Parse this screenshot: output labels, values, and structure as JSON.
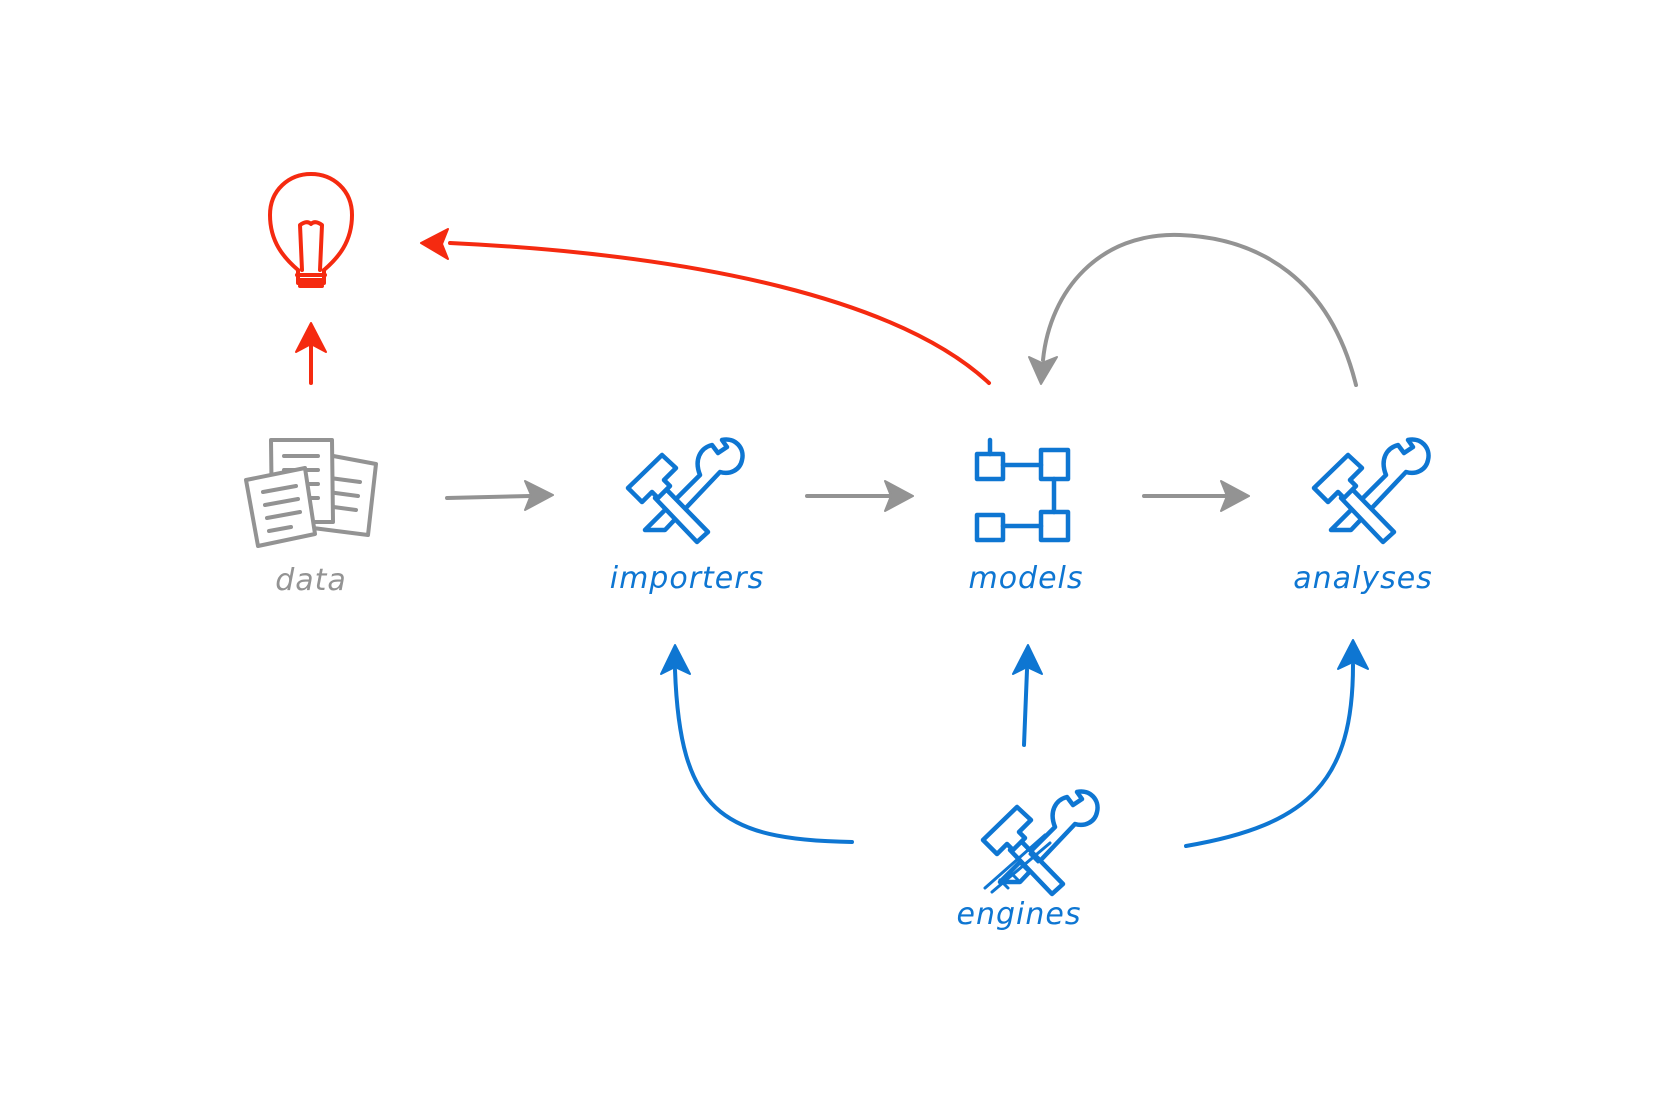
{
  "colors": {
    "gray": "#939393",
    "blue": "#0e76d2",
    "red": "#f52a10"
  },
  "nodes": {
    "insight": {
      "icon": "lightbulb-icon",
      "color": "red"
    },
    "data": {
      "label": "data",
      "icon": "documents-icon",
      "color": "gray"
    },
    "importers": {
      "label": "importers",
      "icon": "tools-icon",
      "color": "blue"
    },
    "models": {
      "label": "models",
      "icon": "model-diagram-icon",
      "color": "blue"
    },
    "analyses": {
      "label": "analyses",
      "icon": "tools-icon",
      "color": "blue"
    },
    "engines": {
      "label": "engines",
      "icon": "tools-engine-icon",
      "color": "blue"
    }
  },
  "edges": [
    {
      "from": "data",
      "to": "insight",
      "color": "red"
    },
    {
      "from": "models",
      "to": "insight",
      "color": "red"
    },
    {
      "from": "data",
      "to": "importers",
      "color": "gray"
    },
    {
      "from": "importers",
      "to": "models",
      "color": "gray"
    },
    {
      "from": "models",
      "to": "analyses",
      "color": "gray"
    },
    {
      "from": "analyses",
      "to": "models",
      "color": "gray"
    },
    {
      "from": "engines",
      "to": "importers",
      "color": "blue"
    },
    {
      "from": "engines",
      "to": "models",
      "color": "blue"
    },
    {
      "from": "engines",
      "to": "analyses",
      "color": "blue"
    }
  ]
}
